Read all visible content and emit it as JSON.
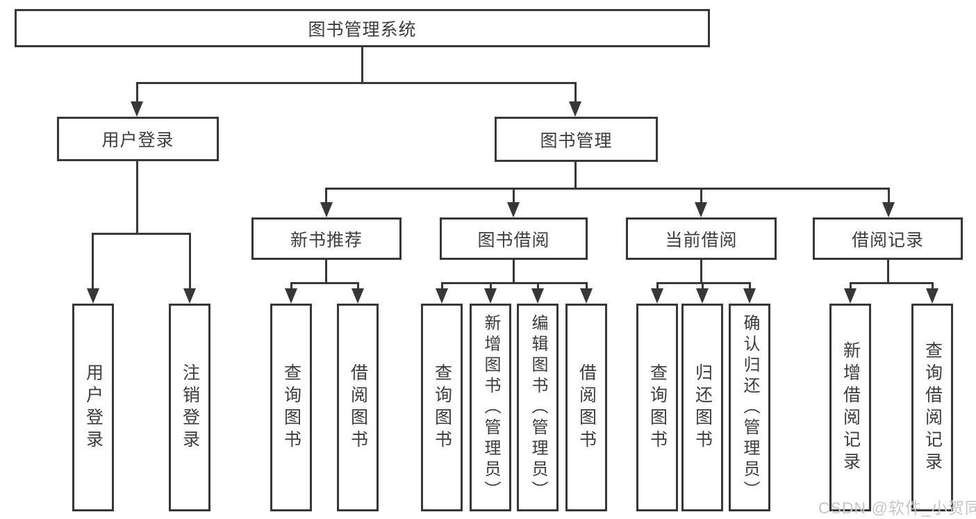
{
  "tree": {
    "label": "图书管理系统",
    "children": [
      {
        "label": "用户登录",
        "children": [
          {
            "label": "用户登录"
          },
          {
            "label": "注销登录"
          }
        ]
      },
      {
        "label": "图书管理",
        "children": [
          {
            "label": "新书推荐",
            "children": [
              {
                "label": "查询图书"
              },
              {
                "label": "借阅图书"
              }
            ]
          },
          {
            "label": "图书借阅",
            "children": [
              {
                "label": "查询图书"
              },
              {
                "label": "新增图书（管理员）"
              },
              {
                "label": "编辑图书（管理员）"
              },
              {
                "label": "借阅图书"
              }
            ]
          },
          {
            "label": "当前借阅",
            "children": [
              {
                "label": "查询图书"
              },
              {
                "label": "归还图书"
              },
              {
                "label": "确认归还（管理员）"
              }
            ]
          },
          {
            "label": "借阅记录",
            "children": [
              {
                "label": "新增借阅记录"
              },
              {
                "label": "查询借阅记录"
              }
            ]
          }
        ]
      }
    ]
  },
  "watermark": {
    "text": "CSDN @软件_小贺同学"
  },
  "colors": {
    "line": "#373737",
    "text": "#3c3c3c",
    "watermark": "#c6c6c6",
    "background": "#ffffff"
  }
}
